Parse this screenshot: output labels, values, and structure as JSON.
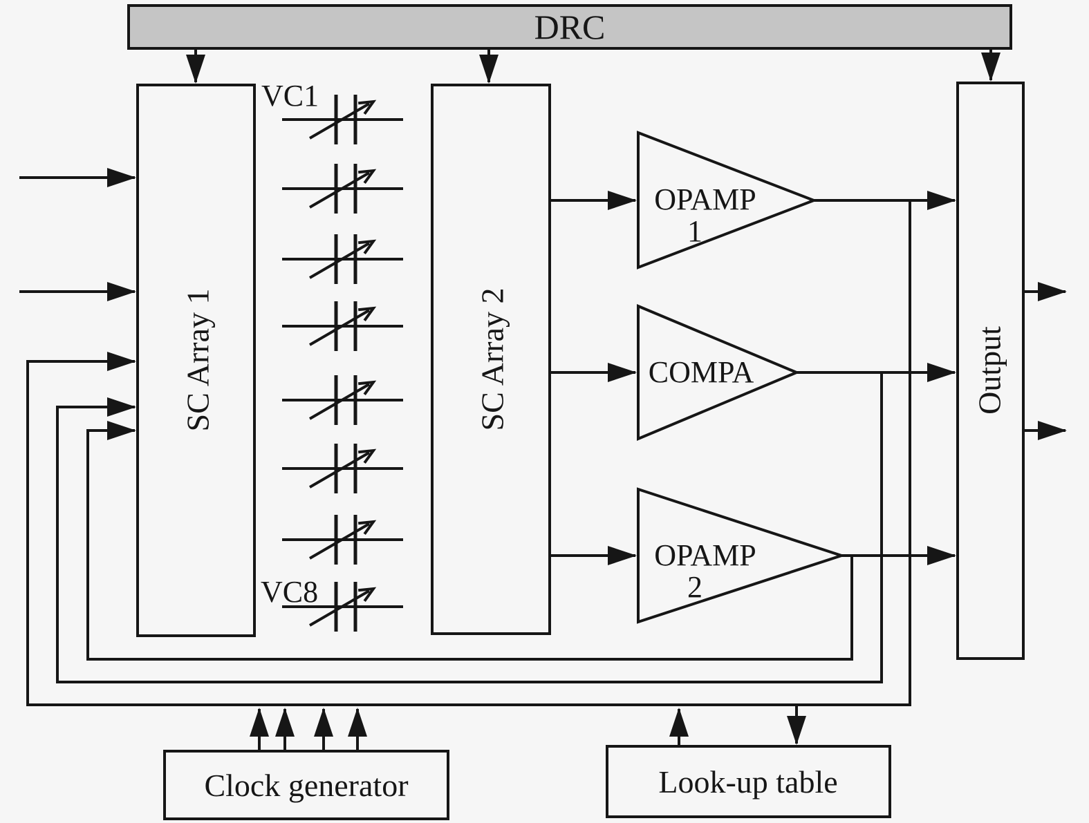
{
  "diagram_type": "circuit-block-diagram",
  "colors": {
    "background": "#f6f6f6",
    "line": "#161616",
    "drc_bar_fill": "#c5c5c5"
  },
  "blocks": {
    "drc": {
      "label": "DRC"
    },
    "sc_array_1": {
      "label": "SC Array 1"
    },
    "sc_array_2": {
      "label": "SC Array 2"
    },
    "output": {
      "label": "Output"
    },
    "clock_generator": {
      "label": "Clock generator"
    },
    "look_up_table": {
      "label": "Look-up table"
    }
  },
  "amplifiers": {
    "opamp1": {
      "name": "OPAMP",
      "index": "1"
    },
    "compa": {
      "name": "COMPA"
    },
    "opamp2": {
      "name": "OPAMP",
      "index": "2"
    }
  },
  "varactor_column": {
    "top_label": "VC1",
    "bottom_label": "VC8",
    "symbol_count": 8,
    "symbol_type": "variable-capacitor"
  },
  "connections": [
    {
      "from": "DRC",
      "to": "SC Array 1",
      "type": "arrow-down"
    },
    {
      "from": "DRC",
      "to": "SC Array 2",
      "type": "arrow-down"
    },
    {
      "from": "DRC",
      "to": "Output",
      "type": "arrow-down"
    },
    {
      "from": "external-input-1",
      "to": "SC Array 1",
      "type": "arrow-right"
    },
    {
      "from": "external-input-2",
      "to": "SC Array 1",
      "type": "arrow-right"
    },
    {
      "from": "SC Array 2",
      "to": "OPAMP 1",
      "type": "arrow-right"
    },
    {
      "from": "SC Array 2",
      "to": "COMPA",
      "type": "arrow-right"
    },
    {
      "from": "SC Array 2",
      "to": "OPAMP 2",
      "type": "arrow-right"
    },
    {
      "from": "OPAMP 1",
      "to": "Output",
      "type": "arrow-right"
    },
    {
      "from": "COMPA",
      "to": "Output",
      "type": "arrow-right"
    },
    {
      "from": "OPAMP 2",
      "to": "Output",
      "type": "arrow-right"
    },
    {
      "from": "OPAMP 1",
      "to": "SC Array 1",
      "type": "feedback-loop"
    },
    {
      "from": "COMPA",
      "to": "SC Array 1",
      "type": "feedback-loop"
    },
    {
      "from": "OPAMP 2",
      "to": "SC Array 1",
      "type": "feedback-loop"
    },
    {
      "from": "Clock generator",
      "to": "feedback-bus",
      "type": "arrow-up",
      "count": 4
    },
    {
      "from": "Look-up table",
      "to": "feedback-bus",
      "type": "arrow-up"
    },
    {
      "from": "feedback-bus",
      "to": "Look-up table",
      "type": "arrow-down"
    },
    {
      "from": "Output",
      "to": "external-output-1",
      "type": "arrow-right"
    },
    {
      "from": "Output",
      "to": "external-output-2",
      "type": "arrow-right"
    }
  ]
}
